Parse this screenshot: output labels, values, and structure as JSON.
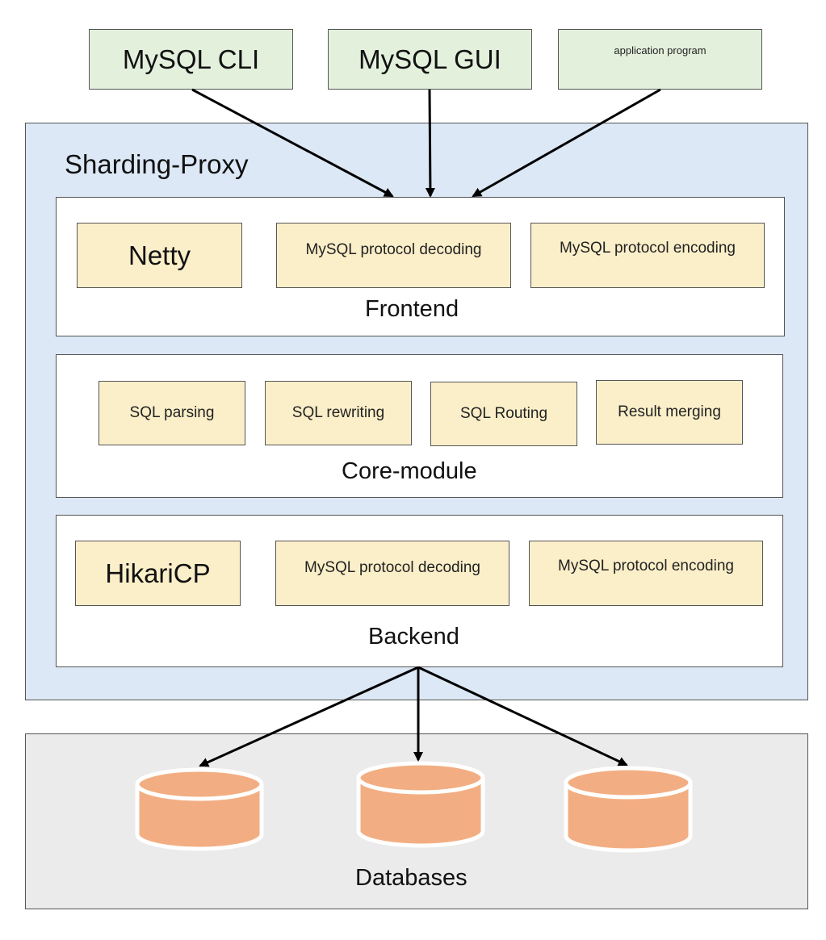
{
  "clients": [
    {
      "id": "cli",
      "label": "MySQL CLI"
    },
    {
      "id": "gui",
      "label": "MySQL GUI"
    },
    {
      "id": "app",
      "label": "application program"
    }
  ],
  "proxy": {
    "title": "Sharding-Proxy",
    "background": "#dce8f5",
    "frontend": {
      "label": "Frontend",
      "modules": [
        "Netty",
        "MySQL protocol decoding",
        "MySQL protocol encoding"
      ]
    },
    "core": {
      "label": "Core-module",
      "modules": [
        "SQL parsing",
        "SQL rewriting",
        "SQL Routing",
        "Result merging"
      ]
    },
    "backend": {
      "label": "Backend",
      "modules": [
        "HikariCP",
        "MySQL protocol decoding",
        "MySQL protocol encoding"
      ]
    }
  },
  "databases": {
    "label": "Databases",
    "background": "#ebebeb",
    "cylinder_color": "#f2ae82",
    "count": 3
  }
}
